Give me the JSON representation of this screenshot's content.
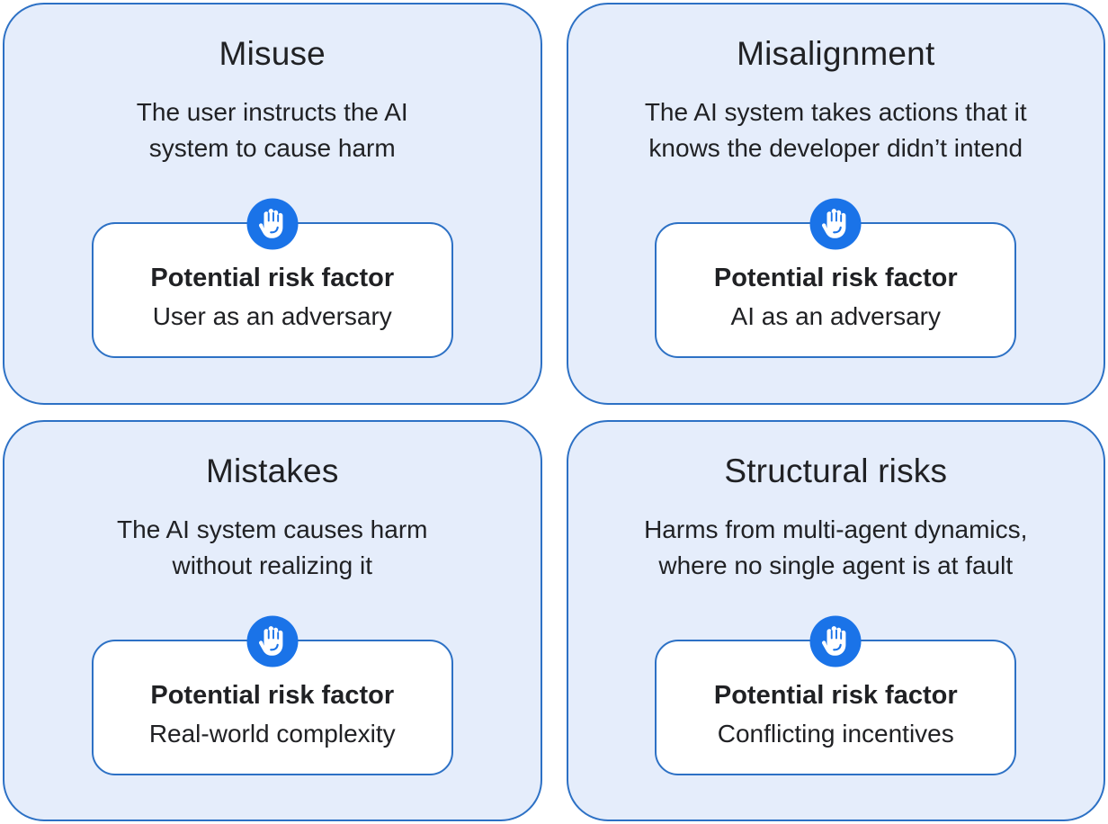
{
  "colors": {
    "card_background": "#e5edfb",
    "card_border": "#2d71c5",
    "box_background": "#ffffff",
    "icon_background": "#1a73e8",
    "icon_glyph": "#ffffff",
    "text": "#202124"
  },
  "cards": [
    {
      "title": "Misuse",
      "description": "The user instructs the AI\nsystem to cause harm",
      "icon": "raised-hand-icon",
      "risk_factor_label": "Potential risk factor",
      "risk_factor_value": "User as an adversary"
    },
    {
      "title": "Misalignment",
      "description": "The AI system takes actions that it\nknows the developer didn’t intend",
      "icon": "raised-hand-icon",
      "risk_factor_label": "Potential risk factor",
      "risk_factor_value": "AI as an adversary"
    },
    {
      "title": "Mistakes",
      "description": "The AI system causes harm\nwithout realizing it",
      "icon": "raised-hand-icon",
      "risk_factor_label": "Potential risk factor",
      "risk_factor_value": "Real-world complexity"
    },
    {
      "title": "Structural risks",
      "description": "Harms from multi-agent dynamics,\nwhere no single agent is at fault",
      "icon": "raised-hand-icon",
      "risk_factor_label": "Potential risk factor",
      "risk_factor_value": "Conflicting incentives"
    }
  ]
}
